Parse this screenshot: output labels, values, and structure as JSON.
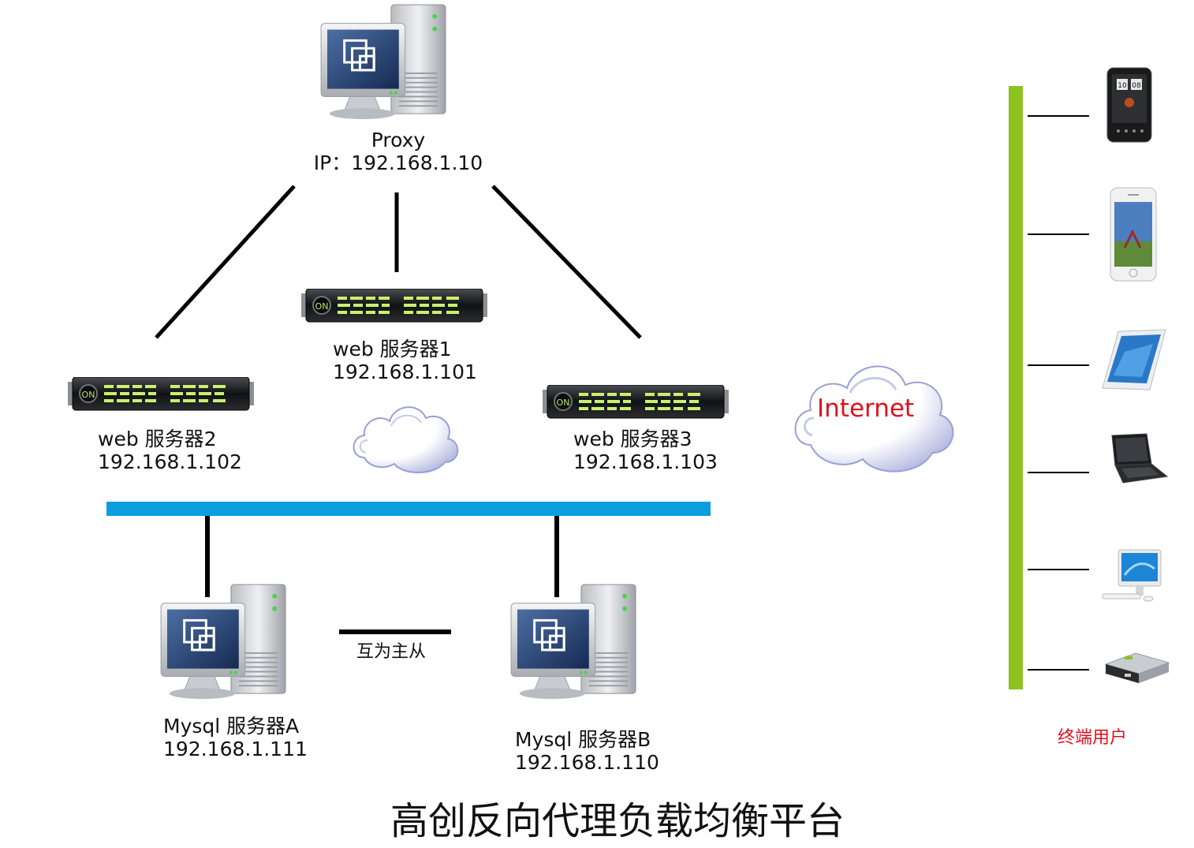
{
  "proxy": {
    "name": "Proxy",
    "ip": "IP：192.168.1.10"
  },
  "web_servers": [
    {
      "name": "web 服务器1",
      "ip": "192.168.1.101"
    },
    {
      "name": "web 服务器2",
      "ip": "192.168.1.102"
    },
    {
      "name": "web 服务器3",
      "ip": "192.168.1.103"
    }
  ],
  "internet_label": "Internet",
  "mysql_servers": [
    {
      "name": "Mysql 服务器A",
      "ip": "192.168.1.111"
    },
    {
      "name": "Mysql 服务器B",
      "ip": "192.168.1.110"
    }
  ],
  "replication_label": "互为主从",
  "end_users_label": "终端用户",
  "title": "高创反向代理负载均衡平台",
  "end_user_devices": [
    "android-phone-icon",
    "iphone-icon",
    "tablet-icon",
    "laptop-icon",
    "desktop-computer-icon",
    "set-top-box-icon"
  ],
  "colors": {
    "web_bus": "#0a9de0",
    "client_bus": "#8dc21f",
    "internet_text": "#e0101e",
    "end_users_text": "#e0101e"
  }
}
